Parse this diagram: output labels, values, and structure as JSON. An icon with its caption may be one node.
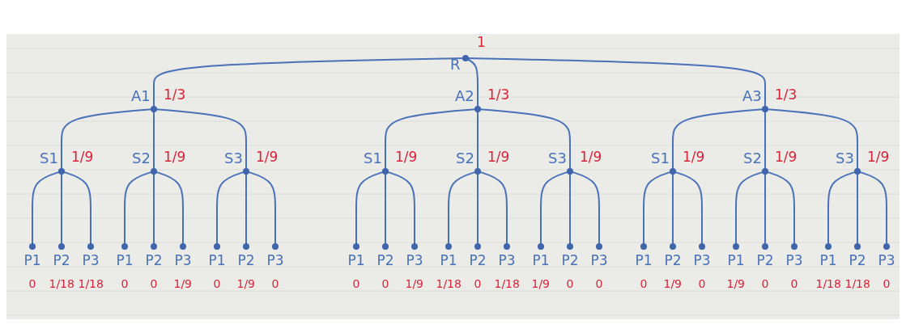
{
  "diagram": {
    "nodes": [
      {
        "text": [
          "R"
        ],
        "beside": [
          "1"
        ]
      },
      {
        "text": [
          "A1"
        ],
        "beside": [
          "1/3"
        ]
      },
      {
        "text": [
          "A2"
        ],
        "beside": [
          "1/3"
        ]
      },
      {
        "text": [
          "A3"
        ],
        "beside": [
          "1/3"
        ]
      },
      {
        "text": [
          "S1"
        ],
        "beside": [
          "1/9"
        ]
      },
      {
        "text": [
          "S2"
        ],
        "beside": [
          "1/9"
        ]
      },
      {
        "text": [
          "S3"
        ],
        "beside": [
          "1/9"
        ]
      },
      {
        "text": [
          "S1"
        ],
        "beside": [
          "1/9"
        ]
      },
      {
        "text": [
          "S2"
        ],
        "beside": [
          "1/9"
        ]
      },
      {
        "text": [
          "S3"
        ],
        "beside": [
          "1/9"
        ]
      },
      {
        "text": [
          "S1"
        ],
        "beside": [
          "1/9"
        ]
      },
      {
        "text": [
          "S2"
        ],
        "beside": [
          "1/9"
        ]
      },
      {
        "text": [
          "S3"
        ],
        "beside": [
          "1/9"
        ]
      },
      {
        "text": [
          "P1"
        ],
        "beside": [
          "0"
        ]
      },
      {
        "text": [
          "P2"
        ],
        "beside": [
          "1/18"
        ]
      },
      {
        "text": [
          "P3"
        ],
        "beside": [
          "1/18"
        ]
      },
      {
        "text": [
          "P1"
        ],
        "beside": [
          "0"
        ]
      },
      {
        "text": [
          "P2"
        ],
        "beside": [
          "0"
        ]
      },
      {
        "text": [
          "P3"
        ],
        "beside": [
          "1/9"
        ]
      },
      {
        "text": [
          "P1"
        ],
        "beside": [
          "0"
        ]
      },
      {
        "text": [
          "P2"
        ],
        "beside": [
          "1/9"
        ]
      },
      {
        "text": [
          "P3"
        ],
        "beside": [
          "0"
        ]
      },
      {
        "text": [
          "P1"
        ],
        "beside": [
          "0"
        ]
      },
      {
        "text": [
          "P2"
        ],
        "beside": [
          "0"
        ]
      },
      {
        "text": [
          "P3"
        ],
        "beside": [
          "1/9"
        ]
      },
      {
        "text": [
          "P1"
        ],
        "beside": [
          "1/18"
        ]
      },
      {
        "text": [
          "P2"
        ],
        "beside": [
          "0"
        ]
      },
      {
        "text": [
          "P3"
        ],
        "beside": [
          "1/18"
        ]
      },
      {
        "text": [
          "P1"
        ],
        "beside": [
          "1/9"
        ]
      },
      {
        "text": [
          "P2"
        ],
        "beside": [
          "0"
        ]
      },
      {
        "text": [
          "P3"
        ],
        "beside": [
          "0"
        ]
      },
      {
        "text": [
          "P1"
        ],
        "beside": [
          "0"
        ]
      },
      {
        "text": [
          "P2"
        ],
        "beside": [
          "1/9"
        ]
      },
      {
        "text": [
          "P3"
        ],
        "beside": [
          "0"
        ]
      },
      {
        "text": [
          "P1"
        ],
        "beside": [
          "1/9"
        ]
      },
      {
        "text": [
          "P2"
        ],
        "beside": [
          "0"
        ]
      },
      {
        "text": [
          "P3"
        ],
        "beside": [
          "0"
        ]
      },
      {
        "text": [
          "P1"
        ],
        "beside": [
          "1/18"
        ]
      },
      {
        "text": [
          "P2"
        ],
        "beside": [
          "1/18"
        ]
      },
      {
        "text": [
          "P3"
        ],
        "beside": [
          "0"
        ]
      }
    ],
    "edges": [
      {
        "from": 0,
        "to": 1,
        "arrow": "none"
      },
      {
        "from": 0,
        "to": 2,
        "arrow": "none"
      },
      {
        "from": 0,
        "to": 3,
        "arrow": "none"
      },
      {
        "from": 1,
        "to": 4,
        "arrow": "none"
      },
      {
        "from": 1,
        "to": 5,
        "arrow": "none"
      },
      {
        "from": 1,
        "to": 6,
        "arrow": "none"
      },
      {
        "from": 2,
        "to": 7,
        "arrow": "none"
      },
      {
        "from": 2,
        "to": 8,
        "arrow": "none"
      },
      {
        "from": 2,
        "to": 9,
        "arrow": "none"
      },
      {
        "from": 3,
        "to": 10,
        "arrow": "none"
      },
      {
        "from": 3,
        "to": 11,
        "arrow": "none"
      },
      {
        "from": 3,
        "to": 12,
        "arrow": "none"
      },
      {
        "from": 4,
        "to": 13,
        "arrow": "none"
      },
      {
        "from": 4,
        "to": 14,
        "arrow": "none"
      },
      {
        "from": 4,
        "to": 15,
        "arrow": "none"
      },
      {
        "from": 5,
        "to": 16,
        "arrow": "none"
      },
      {
        "from": 5,
        "to": 17,
        "arrow": "none"
      },
      {
        "from": 5,
        "to": 18,
        "arrow": "none"
      },
      {
        "from": 6,
        "to": 19,
        "arrow": "none"
      },
      {
        "from": 6,
        "to": 20,
        "arrow": "none"
      },
      {
        "from": 6,
        "to": 21,
        "arrow": "none"
      },
      {
        "from": 7,
        "to": 22,
        "arrow": "none"
      },
      {
        "from": 7,
        "to": 23,
        "arrow": "none"
      },
      {
        "from": 7,
        "to": 24,
        "arrow": "none"
      },
      {
        "from": 8,
        "to": 25,
        "arrow": "none"
      },
      {
        "from": 8,
        "to": 26,
        "arrow": "none"
      },
      {
        "from": 8,
        "to": 27,
        "arrow": "none"
      },
      {
        "from": 9,
        "to": 28,
        "arrow": "none"
      },
      {
        "from": 9,
        "to": 29,
        "arrow": "none"
      },
      {
        "from": 9,
        "to": 30,
        "arrow": "none"
      },
      {
        "from": 10,
        "to": 31,
        "arrow": "none"
      },
      {
        "from": 10,
        "to": 32,
        "arrow": "none"
      },
      {
        "from": 10,
        "to": 33,
        "arrow": "none"
      },
      {
        "from": 11,
        "to": 34,
        "arrow": "none"
      },
      {
        "from": 11,
        "to": 35,
        "arrow": "none"
      },
      {
        "from": 11,
        "to": 36,
        "arrow": "none"
      },
      {
        "from": 12,
        "to": 37,
        "arrow": "none"
      },
      {
        "from": 12,
        "to": 38,
        "arrow": "none"
      },
      {
        "from": 12,
        "to": 39,
        "arrow": "none"
      }
    ]
  }
}
